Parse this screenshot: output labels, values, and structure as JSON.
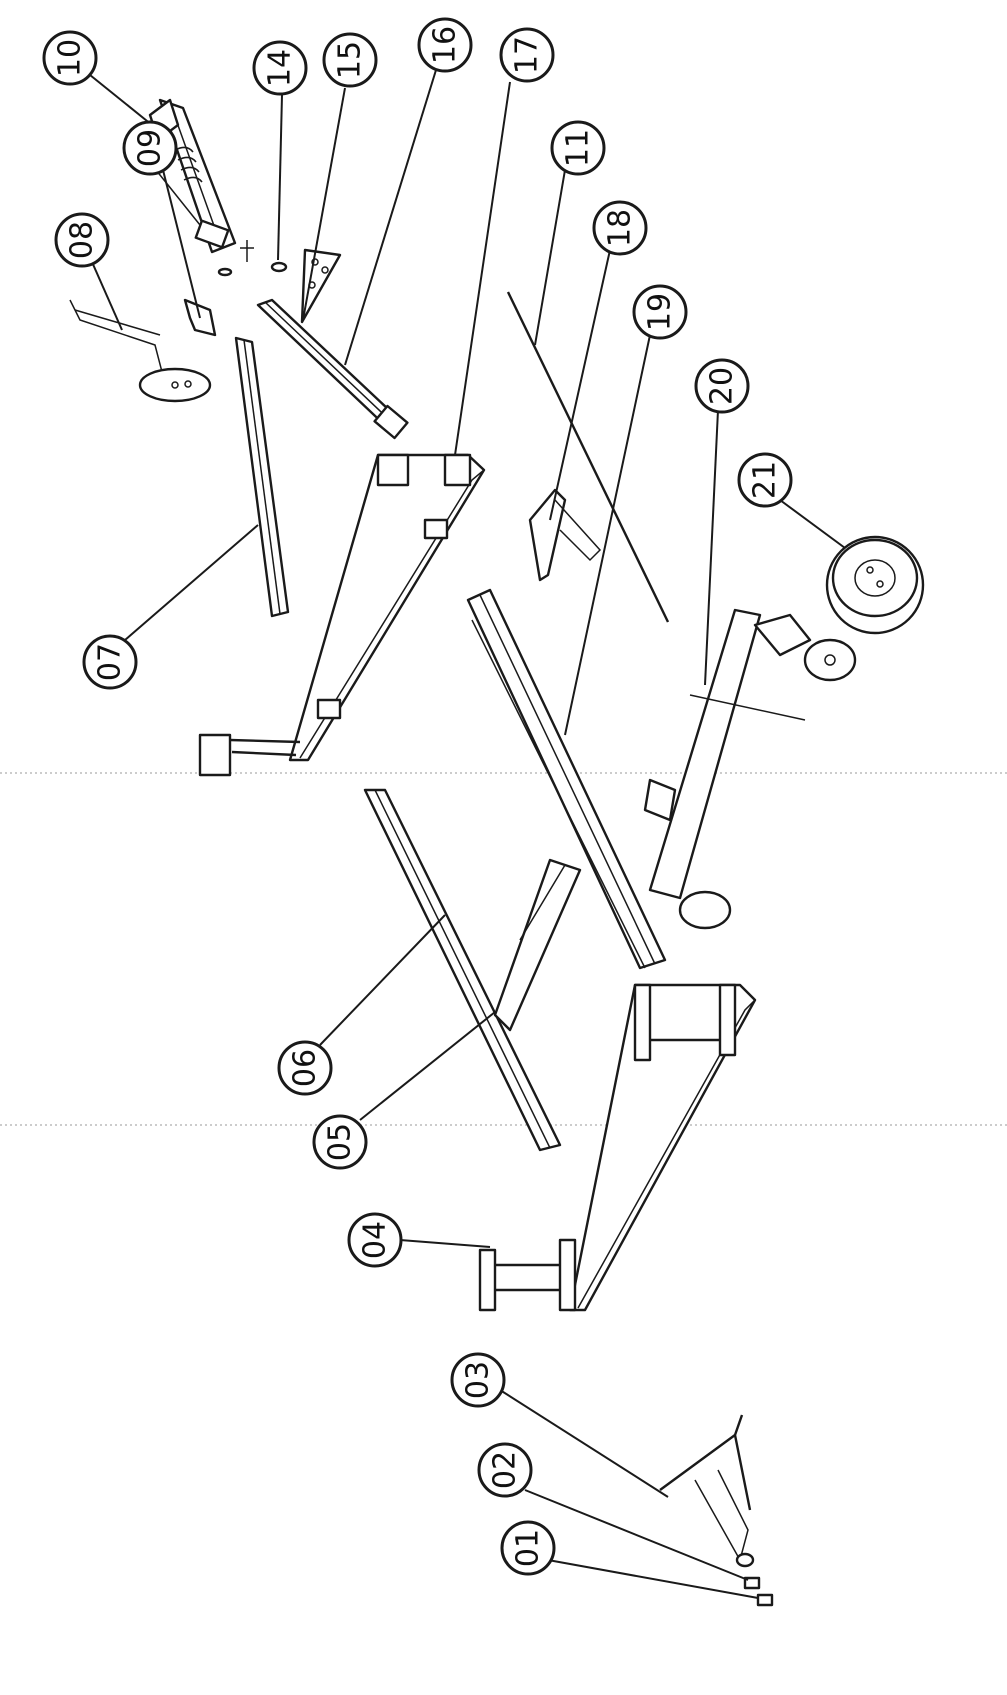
{
  "colors": {
    "ink": "#1a1a1a",
    "paper": "#ffffff"
  },
  "labels": {
    "p01": "01",
    "p02": "02",
    "p03": "03",
    "p04": "04",
    "p05": "05",
    "p06": "06",
    "p07": "07",
    "p08": "08",
    "p09": "09",
    "p10": "10",
    "p11": "11",
    "p14": "14",
    "p15": "15",
    "p16": "16",
    "p17": "17",
    "p18": "18",
    "p19": "19",
    "p20": "20",
    "p21": "21"
  }
}
